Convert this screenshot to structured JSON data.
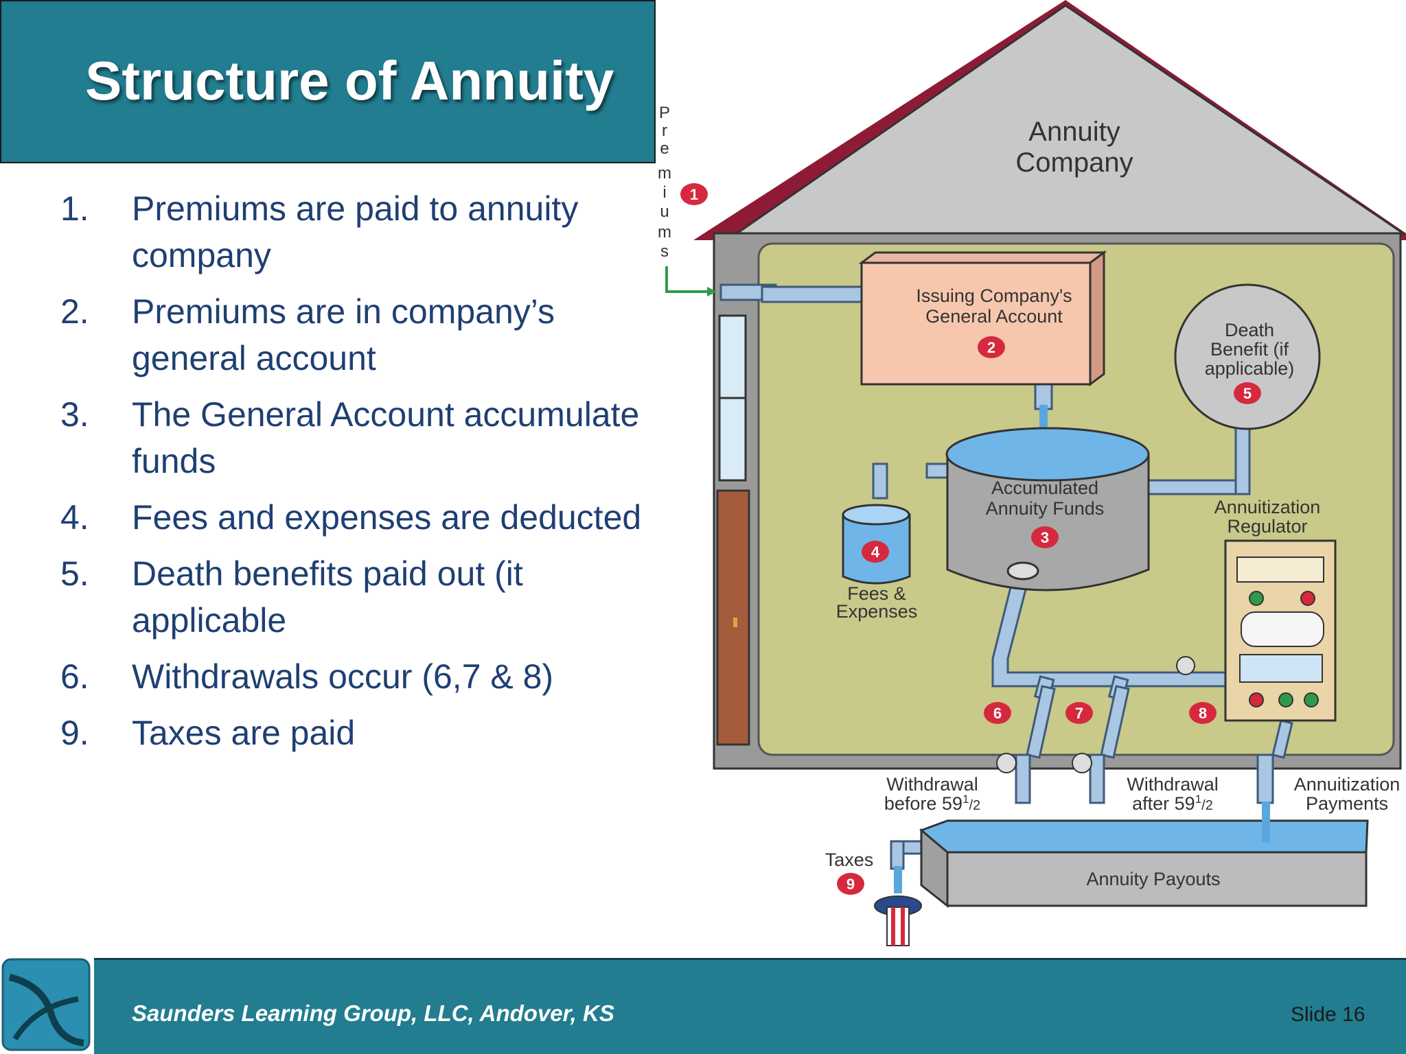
{
  "title": "Structure of Annuity",
  "steps": [
    {
      "num": "1.",
      "text": "Premiums are paid to annuity company"
    },
    {
      "num": "2.",
      "text": "Premiums are in company’s general account"
    },
    {
      "num": "3.",
      "text": "The General Account accumulate funds"
    },
    {
      "num": "4.",
      "text": "Fees and expenses are deducted"
    },
    {
      "num": "5.",
      "text": "Death benefits paid out (it applicable"
    },
    {
      "num": "6.",
      "text": "Withdrawals occur (6,7 & 8)"
    },
    {
      "num": "9.",
      "text": "Taxes are paid"
    }
  ],
  "diagram": {
    "house_label_1": "Annuity",
    "house_label_2": "Company",
    "premiums_letters": [
      "P",
      "r",
      "e",
      "m",
      "i",
      "u",
      "m",
      "s"
    ],
    "general_account_1": "Issuing Company's",
    "general_account_2": "General Account",
    "death_benefit_1": "Death",
    "death_benefit_2": "Benefit (if",
    "death_benefit_3": "applicable)",
    "accumulated_1": "Accumulated",
    "accumulated_2": "Annuity Funds",
    "fees_1": "Fees &",
    "fees_2": "Expenses",
    "regulator_1": "Annuitization",
    "regulator_2": "Regulator",
    "withdrawal_before_1": "Withdrawal",
    "withdrawal_before_2": "before 59",
    "withdrawal_after_1": "Withdrawal",
    "withdrawal_after_2": "after 59",
    "fraction_sup": "1",
    "fraction_sub": "/2",
    "annuitization_payments_1": "Annuitization",
    "annuitization_payments_2": "Payments",
    "taxes": "Taxes",
    "payouts": "Annuity Payouts",
    "badges": [
      "1",
      "2",
      "3",
      "4",
      "5",
      "6",
      "7",
      "8",
      "9"
    ]
  },
  "footer": {
    "organization": "Saunders Learning Group, LLC, Andover, KS",
    "slide": "Slide 16"
  },
  "colors": {
    "teal": "#217d8f",
    "text_blue": "#1f3f73",
    "roof_red": "#8e1b35",
    "house_interior": "#c9c98a",
    "badge_red": "#d6293d"
  }
}
